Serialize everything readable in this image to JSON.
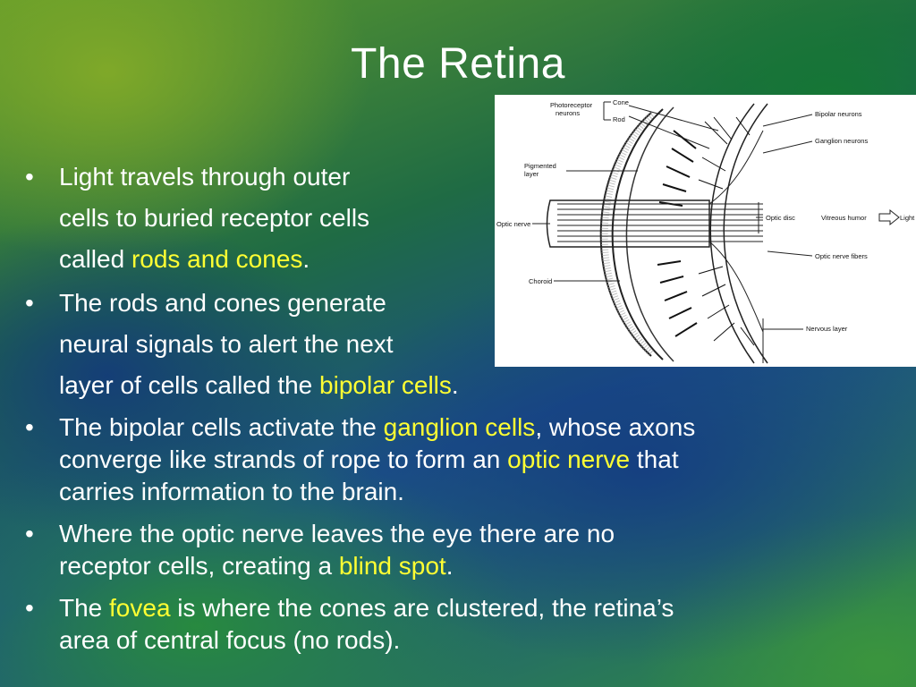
{
  "slide": {
    "title": "The Retina"
  },
  "diagram": {
    "labels": {
      "photoreceptor": "Photoreceptor neurons",
      "photoreceptor_l1": "Photoreceptor",
      "photoreceptor_l2": "neurons",
      "cone": "Cone",
      "rod": "Rod",
      "bipolar": "Bipolar neurons",
      "ganglion": "Ganglion neurons",
      "pigmented_l1": "Pigmented",
      "pigmented_l2": "layer",
      "optic_nerve": "Optic nerve",
      "optic_disc": "Optic disc",
      "vitreous": "Vitreous humor",
      "light": "Light",
      "optic_fibers": "Optic nerve fibers",
      "choroid": "Choroid",
      "nervous": "Nervous layer"
    }
  },
  "bullets": [
    {
      "line1": "Light travels through outer",
      "line2": "cells to buried receptor cells",
      "line3_pre": "called ",
      "line3_hl": "rods and cones",
      "line3_post": "."
    },
    {
      "line1": "The rods and cones generate",
      "line2": "neural signals to alert the next",
      "line3_pre": "layer of cells called the ",
      "line3_hl": "bipolar cells",
      "line3_post": "."
    },
    {
      "l1_pre": "The bipolar cells activate the ",
      "l1_hl": "ganglion cells",
      "l1_post": ", whose axons",
      "l2_pre": "converge like strands of rope to form an ",
      "l2_hl": "optic nerve",
      "l2_post": " that",
      "l3": "carries information to the brain."
    },
    {
      "l1": "Where the optic nerve leaves the eye there are no",
      "l2_pre": "receptor cells, creating a ",
      "l2_hl": "blind spot",
      "l2_post": "."
    },
    {
      "l1_pre": "The ",
      "l1_hl": "fovea",
      "l1_post": " is where the cones are clustered, the retina’s",
      "l2": "area of central focus (no rods)."
    }
  ],
  "bullet_char": "•",
  "colors": {
    "highlight": "#ffff33",
    "text": "#ffffff"
  }
}
